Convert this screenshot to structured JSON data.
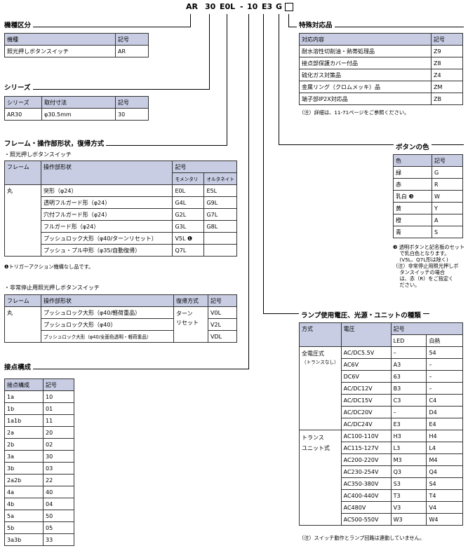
{
  "codes": {
    "c1": "AR",
    "c2": "30",
    "c3": "E0L",
    "dash1": "-",
    "c4": "10",
    "c5": "E3",
    "c6": "G"
  },
  "model": {
    "title": "機種区分",
    "headers": [
      "機種",
      "記号"
    ],
    "rows": [
      [
        "照光押しボタンスイッチ",
        "AR"
      ]
    ]
  },
  "series": {
    "title": "シリーズ",
    "headers": [
      "シリーズ",
      "取付寸法",
      "記号"
    ],
    "rows": [
      [
        "AR30",
        "φ30.5mm",
        "30"
      ]
    ]
  },
  "frame": {
    "title": "フレーム・操作部形状，復帰方式",
    "sub1": "・照光押しボタンスイッチ",
    "headers": [
      "フレーム",
      "操作部形状",
      "記号"
    ],
    "subheaders": [
      "モメンタリ",
      "オルタネイト"
    ],
    "frame_value": "丸",
    "rows": [
      [
        "突形（φ24）",
        "E0L",
        "E5L"
      ],
      [
        "透明フルガード形（φ24）",
        "G4L",
        "G9L"
      ],
      [
        "穴付フルガード形（φ24）",
        "G2L",
        "G7L"
      ],
      [
        "フルガード形（φ24）",
        "G3L",
        "G8L"
      ],
      [
        "プッシュロック大形（φ40/ターンリセット）",
        "V5L",
        ""
      ],
      [
        "プッシュ・プル中形（φ35/自動復帰）",
        "Q7L",
        ""
      ]
    ],
    "mark1": "❶",
    "note1": "❶トリガーアクション機構なし品です。",
    "sub2": "・非常停止用照光押しボタンスイッチ",
    "headers2": [
      "フレーム",
      "操作部形状",
      "復帰方式",
      "記号"
    ],
    "frame2": "丸",
    "return2": "ターンリセット",
    "return2a": "ターン",
    "return2b": "リセット",
    "rows2": [
      [
        "プッシュロック大形（φ40/軽荷重品）",
        "V0L"
      ],
      [
        "プッシュロック大形（φ40）",
        "V2L"
      ],
      [
        "プッシュロック大形（φ40/全面色透明・軽荷重品）",
        "VDL"
      ]
    ]
  },
  "contact": {
    "title": "接点構成",
    "headers": [
      "接点構成",
      "記号"
    ],
    "rows": [
      [
        "1a",
        "10"
      ],
      [
        "1b",
        "01"
      ],
      [
        "1a1b",
        "11"
      ],
      [
        "2a",
        "20"
      ],
      [
        "2b",
        "02"
      ],
      [
        "3a",
        "30"
      ],
      [
        "3b",
        "03"
      ],
      [
        "2a2b",
        "22"
      ],
      [
        "4a",
        "40"
      ],
      [
        "4b",
        "04"
      ],
      [
        "5a",
        "50"
      ],
      [
        "5b",
        "05"
      ],
      [
        "3a3b",
        "33"
      ]
    ]
  },
  "special": {
    "title": "特殊対応品",
    "headers": [
      "対応内容",
      "記号"
    ],
    "rows": [
      [
        "耐水溶性切削油・熱帯処理品",
        "Z9"
      ],
      [
        "接点部保護カバー付品",
        "Z8"
      ],
      [
        "硫化ガス対策品",
        "Z4"
      ],
      [
        "金属リング（クロムメッキ）品",
        "ZM"
      ],
      [
        "端子部IP2X対応品",
        "ZB"
      ]
    ],
    "note": "（注）詳細は、11-71ページをご参照ください。"
  },
  "color": {
    "title": "ボタンの色",
    "headers": [
      "色",
      "記号"
    ],
    "rows": [
      [
        "緑",
        "G"
      ],
      [
        "赤",
        "R"
      ],
      [
        "乳白",
        "W"
      ],
      [
        "黄",
        "Y"
      ],
      [
        "橙",
        "A"
      ],
      [
        "青",
        "S"
      ]
    ],
    "mark": "❸",
    "note_lines": [
      "❸ 透明ボタンと記名板のセット",
      "　 で乳白色となります。",
      "　 (V5L、Q7L形は除く)",
      "（注）非常停止用照光押しボ",
      "　 タンスイッチの場合",
      "　 は、赤（R）をご指定く",
      "　 ださい。"
    ]
  },
  "lamp": {
    "title": "ランプ使用電圧、光源・ユニットの種類",
    "headers": [
      "方式",
      "電圧",
      "記号"
    ],
    "subheaders": [
      "LED",
      "白熱"
    ],
    "type1": "全電圧式",
    "type1b": "（トランスなし）",
    "type2": "トランス",
    "type2b": "ユニット式",
    "rows1": [
      [
        "AC/DC5.5V",
        "–",
        "54"
      ],
      [
        "AC6V",
        "A3",
        "–"
      ],
      [
        "DC6V",
        "63",
        "–"
      ],
      [
        "AC/DC12V",
        "B3",
        "–"
      ],
      [
        "AC/DC15V",
        "C3",
        "C4"
      ],
      [
        "AC/DC20V",
        "–",
        "D4"
      ],
      [
        "AC/DC24V",
        "E3",
        "E4"
      ]
    ],
    "rows2": [
      [
        "AC100-110V",
        "H3",
        "H4"
      ],
      [
        "AC115-127V",
        "L3",
        "L4"
      ],
      [
        "AC200-220V",
        "M3",
        "M4"
      ],
      [
        "AC230-254V",
        "Q3",
        "Q4"
      ],
      [
        "AC350-380V",
        "S3",
        "S4"
      ],
      [
        "AC400-440V",
        "T3",
        "T4"
      ],
      [
        "AC480V",
        "V3",
        "V4"
      ],
      [
        "AC500-550V",
        "W3",
        "W4"
      ]
    ],
    "note": "（注）スイッチ動作とランプ回路は連動していません。"
  }
}
